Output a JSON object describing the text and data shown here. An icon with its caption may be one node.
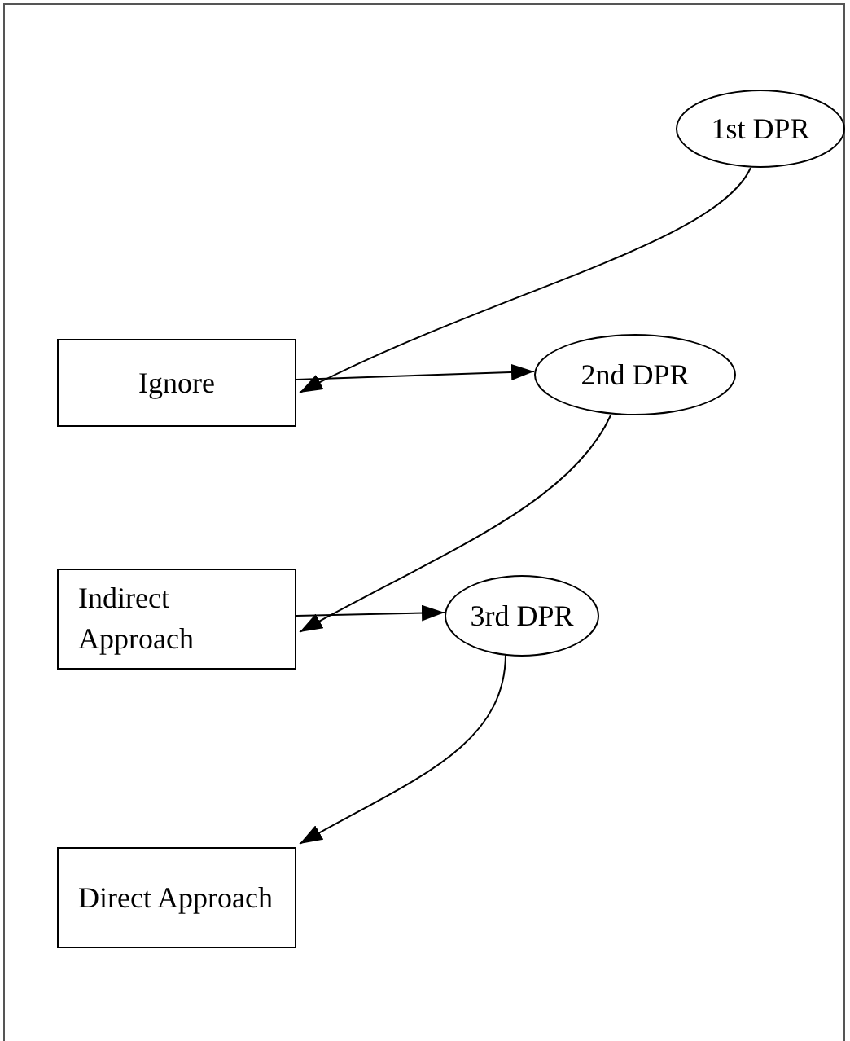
{
  "diagram": {
    "nodes": [
      {
        "text": [
          "1st DPR"
        ]
      },
      {
        "text": [
          "Ignore"
        ]
      },
      {
        "text": [
          "2nd DPR"
        ]
      },
      {
        "text": [
          "Indirect Approach"
        ]
      },
      {
        "text": [
          "3rd DPR"
        ]
      },
      {
        "text": [
          "Direct Approach"
        ]
      }
    ],
    "edges": [
      {
        "from": 0,
        "to": 1,
        "arrow": "to"
      },
      {
        "from": 1,
        "to": 2,
        "arrow": "to"
      },
      {
        "from": 2,
        "to": 3,
        "arrow": "to"
      },
      {
        "from": 3,
        "to": 4,
        "arrow": "to"
      },
      {
        "from": 4,
        "to": 5,
        "arrow": "to"
      }
    ]
  }
}
